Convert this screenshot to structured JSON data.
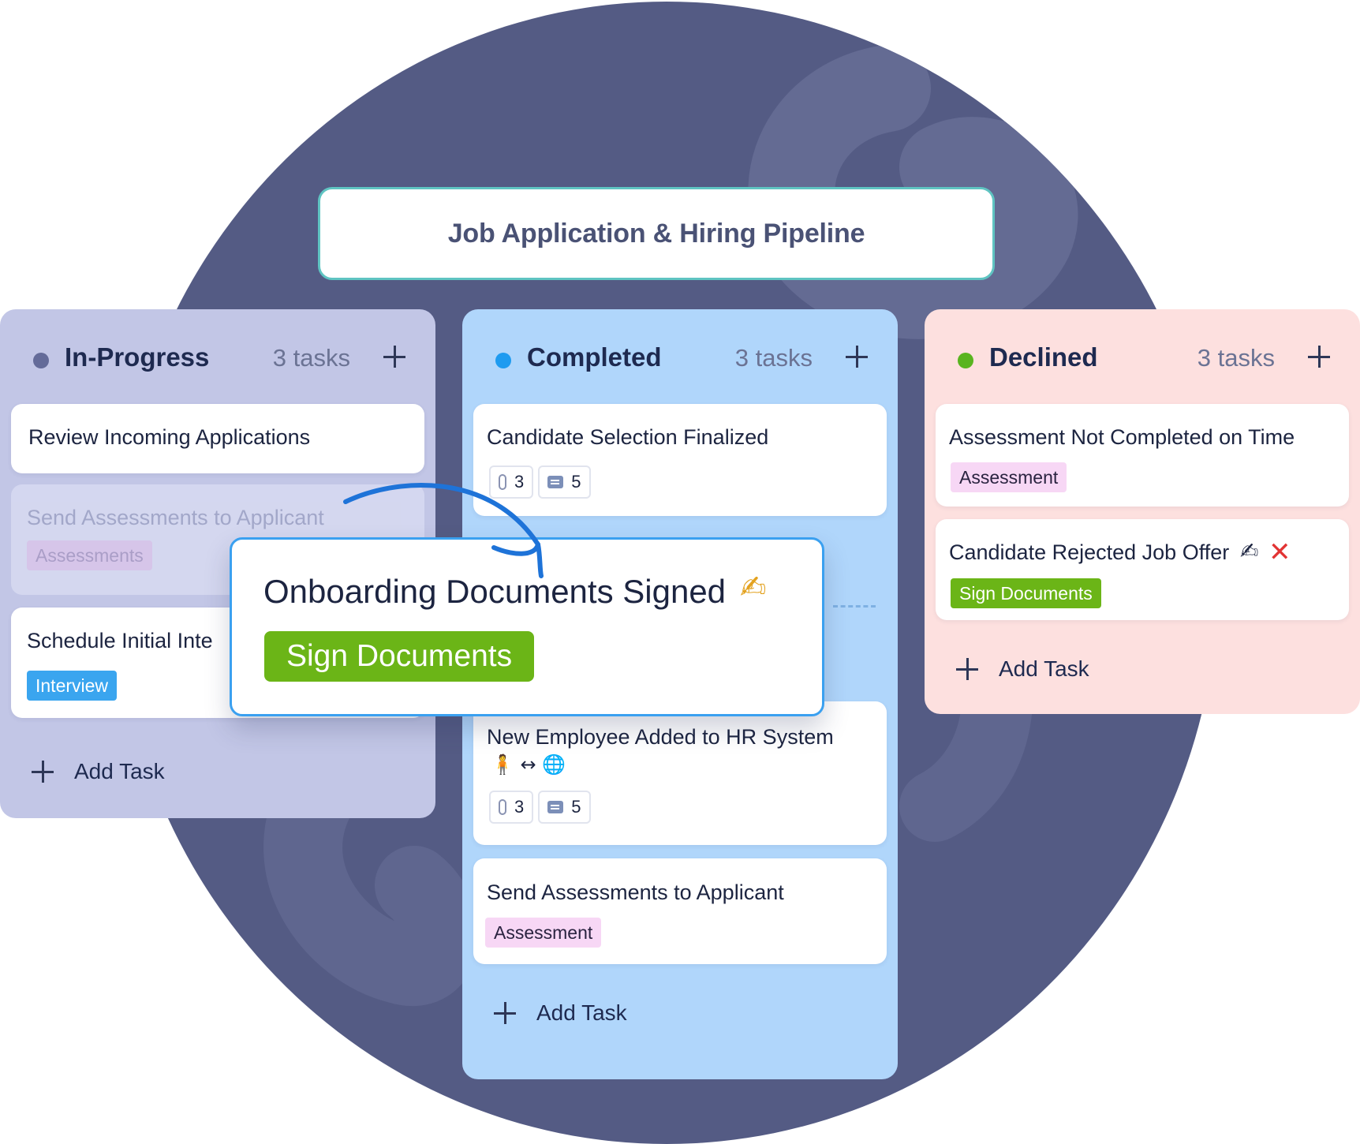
{
  "board": {
    "title": "Job Application & Hiring Pipeline"
  },
  "colors": {
    "background_circle": "#545b84",
    "inprogress_column": "#c2c6e6",
    "completed_column": "#b0d6fb",
    "declined_column": "#fde0df",
    "inprogress_dot": "#646b99",
    "completed_dot": "#1e9bf0",
    "declined_dot": "#59b41f",
    "title_border": "#5fc4c2",
    "drag_border": "#3aa0f0"
  },
  "columns": {
    "inprogress": {
      "title": "In-Progress",
      "count": "3 tasks",
      "add_task": "Add Task",
      "cards": [
        {
          "title": "Review Incoming Applications"
        },
        {
          "title": "Send Assessments to Applicant",
          "tag": "Assessments",
          "state": "placeholder"
        },
        {
          "title": "Schedule Initial Inte",
          "tag": "Interview"
        }
      ]
    },
    "completed": {
      "title": "Completed",
      "count": "3 tasks",
      "add_task": "Add Task",
      "cards": [
        {
          "title": "Candidate Selection Finalized",
          "attachments": "3",
          "comments": "5"
        },
        {
          "title": "New Employee Added to HR System",
          "emoji": "🧍 ↔ 🌐",
          "attachments": "3",
          "comments": "5"
        },
        {
          "title": "Send Assessments to Applicant",
          "tag": "Assessment"
        }
      ]
    },
    "declined": {
      "title": "Declined",
      "count": "3 tasks",
      "add_task": "Add Task",
      "cards": [
        {
          "title": "Assessment Not Completed on Time",
          "tag": "Assessment"
        },
        {
          "title": "Candidate Rejected Job Offer",
          "emoji": "✍",
          "emoji2": "✕",
          "tag": "Sign Documents"
        }
      ]
    }
  },
  "dragged_card": {
    "title": "Onboarding Documents Signed",
    "emoji": "✍",
    "tag": "Sign Documents"
  },
  "icons": {
    "column_add": "plus-icon",
    "attachment": "paperclip-icon",
    "comment": "comment-icon",
    "drag_path": "curved-arrow-icon"
  }
}
